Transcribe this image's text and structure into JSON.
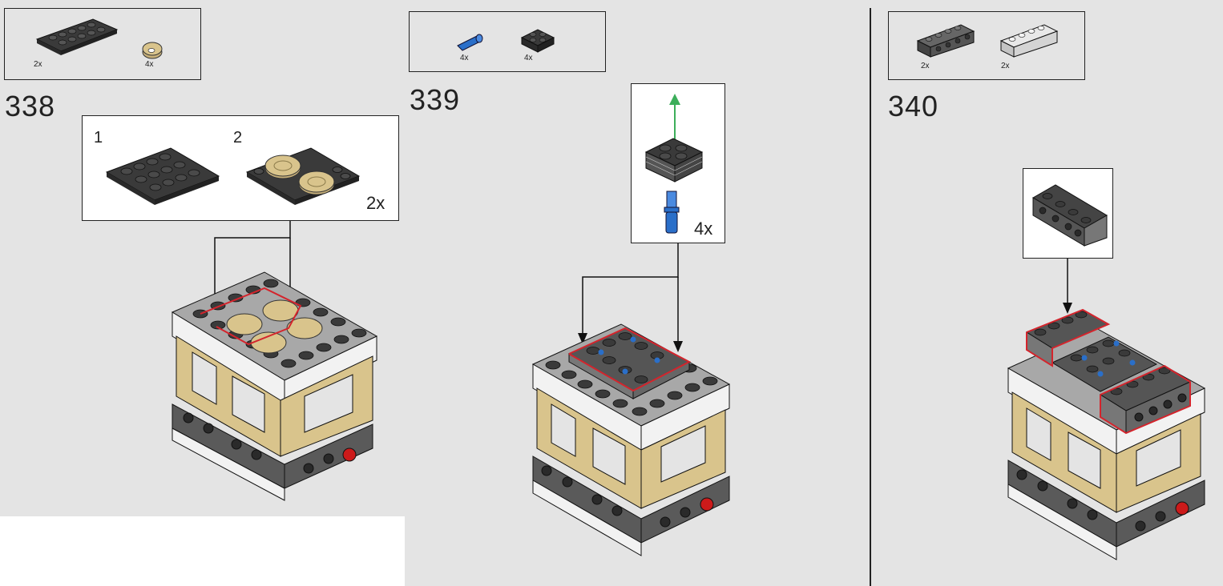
{
  "steps": [
    {
      "number": "338",
      "parts": [
        {
          "qty": "2x",
          "part": "dark-gray-plate-2x6"
        },
        {
          "qty": "4x",
          "part": "tan-round-tile-2x2"
        }
      ],
      "subassembly": {
        "labels": [
          "1",
          "2"
        ],
        "multiplier": "2x"
      }
    },
    {
      "number": "339",
      "parts": [
        {
          "qty": "4x",
          "part": "blue-axle-pin"
        },
        {
          "qty": "4x",
          "part": "dark-gray-plate-2x2-stack"
        }
      ],
      "subassembly": {
        "multiplier": "4x"
      }
    },
    {
      "number": "340",
      "parts": [
        {
          "qty": "2x",
          "part": "dark-gray-brick-1x4-studs-side"
        },
        {
          "qty": "2x",
          "part": "light-gray-brick-1x4"
        }
      ]
    }
  ],
  "colors": {
    "dark_gray": "#3a3a3a",
    "light_gray": "#a8a8a8",
    "tan": "#d9c48c",
    "blue": "#2a6fc9",
    "red": "#cc1a1a",
    "green_arrow": "#3cae5a",
    "highlight": "#d4242c"
  }
}
